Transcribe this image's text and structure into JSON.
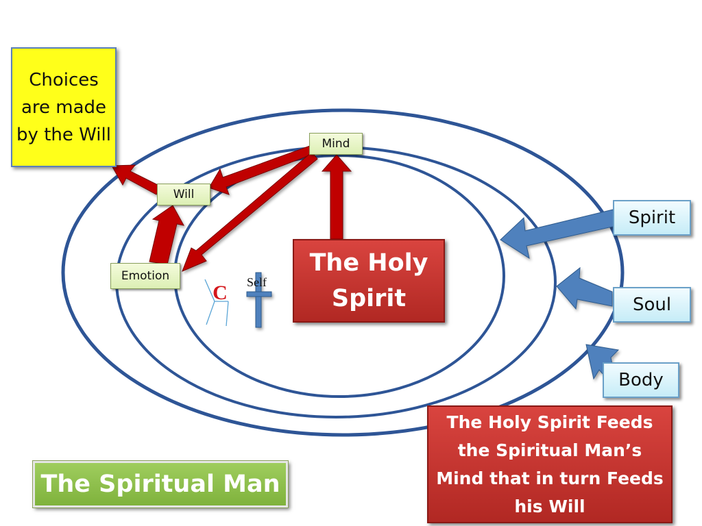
{
  "boxes": {
    "choices": "Choices are made by the Will",
    "mind": "Mind",
    "will": "Will",
    "emotion": "Emotion",
    "holy_spirit": "The Holy Spirit",
    "spirit": "Spirit",
    "soul": "Soul",
    "body": "Body",
    "feeds": "The Holy Spirit Feeds the Spiritual Man’s Mind that in turn Feeds his Will",
    "title": "The Spiritual Man"
  },
  "symbols": {
    "c_letter": "C",
    "self_text": "Self",
    "chair_icon": "chair-icon",
    "cross_icon": "cross-icon"
  },
  "colors": {
    "ring": "#2e5596",
    "red_arrow": "#c00000",
    "blue_arrow": "#4f81bd",
    "choices_bg": "#ffff1a",
    "holy_bg": "#c0302a",
    "title_bg": "#8dc04a"
  }
}
